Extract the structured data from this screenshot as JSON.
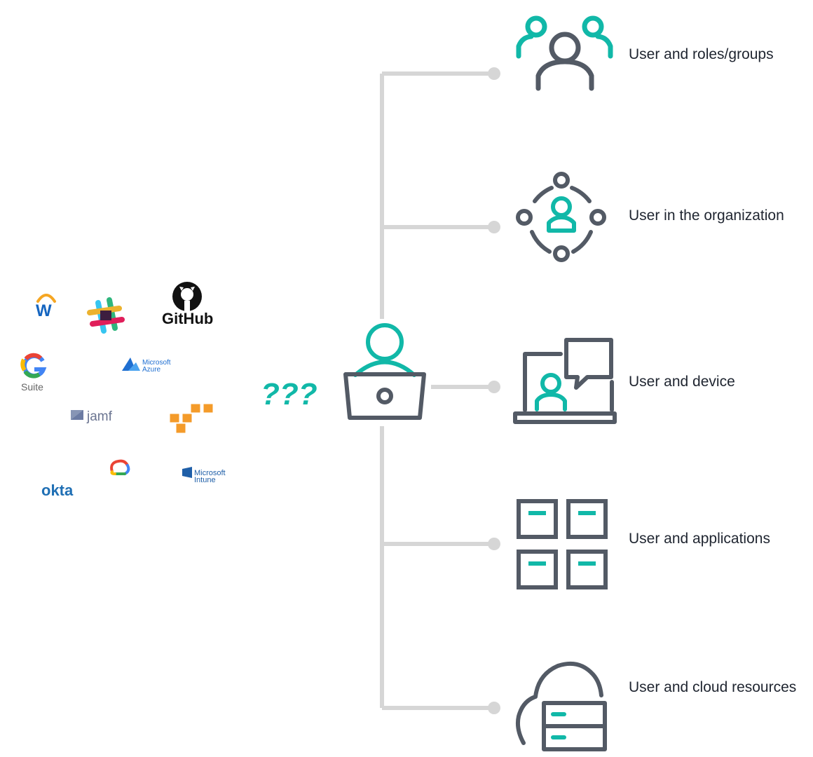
{
  "colors": {
    "teal": "#11b8a8",
    "slate": "#535a65",
    "connector": "#d6d6d6",
    "text": "#1f2530"
  },
  "question_marks": "???",
  "categories": [
    {
      "id": "roles",
      "label": "User and roles/groups",
      "icon": "people-group-icon"
    },
    {
      "id": "org",
      "label": "User in the organization",
      "icon": "user-in-org-icon"
    },
    {
      "id": "device",
      "label": "User and device",
      "icon": "laptop-chat-icon"
    },
    {
      "id": "apps",
      "label": "User and applications",
      "icon": "app-grid-icon"
    },
    {
      "id": "cloud",
      "label": "User and cloud resources",
      "icon": "cloud-server-icon"
    }
  ],
  "logos": {
    "workday": "W",
    "github": "GitHub",
    "gsuite": {
      "letter": "G",
      "suite": "Suite"
    },
    "azure": {
      "line1": "Microsoft",
      "line2": "Azure"
    },
    "jamf": "jamf",
    "okta": "okta",
    "intune": {
      "line1": "Microsoft",
      "line2": "Intune"
    }
  }
}
